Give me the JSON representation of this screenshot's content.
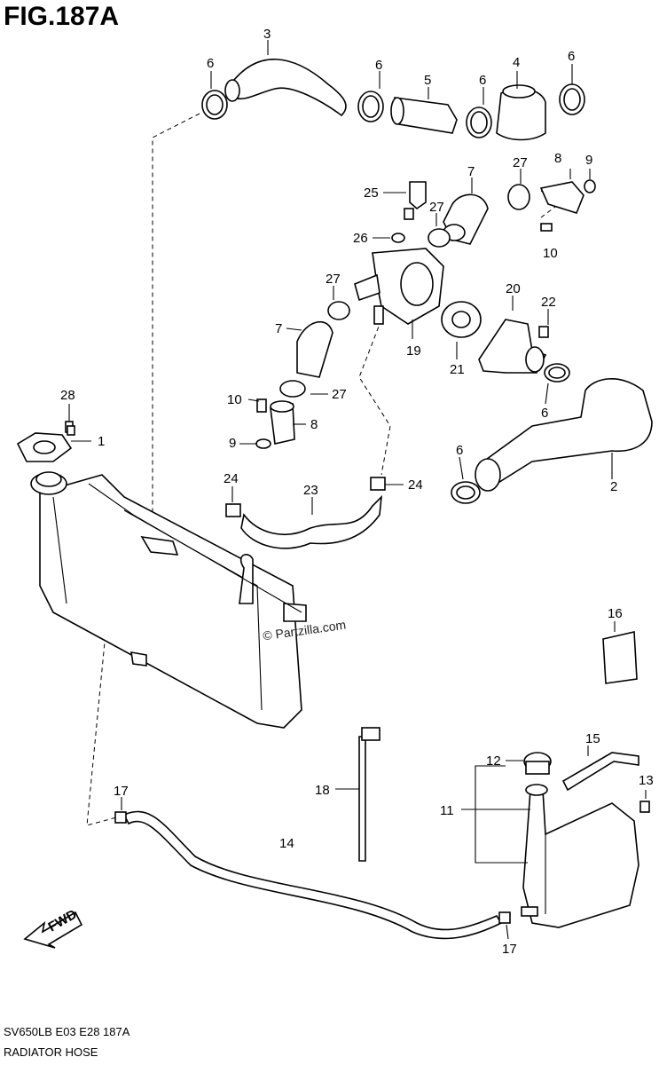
{
  "figure": {
    "title": "FIG.187A",
    "footer_code": "SV650LB E03 E28 187A",
    "footer_name": "RADIATOR HOSE",
    "copyright": "© Partzilla.com",
    "direction_label": "FWD"
  },
  "callouts": {
    "c1": "1",
    "c2": "2",
    "c3": "3",
    "c4": "4",
    "c5": "5",
    "c6a": "6",
    "c6b": "6",
    "c6c": "6",
    "c6d": "6",
    "c6e": "6",
    "c6f": "6",
    "c7a": "7",
    "c7b": "7",
    "c8a": "8",
    "c8b": "8",
    "c9a": "9",
    "c9b": "9",
    "c10a": "10",
    "c10b": "10",
    "c11": "11",
    "c12": "12",
    "c13": "13",
    "c14": "14",
    "c15": "15",
    "c16": "16",
    "c17a": "17",
    "c17b": "17",
    "c18": "18",
    "c19": "19",
    "c20": "20",
    "c21": "21",
    "c22": "22",
    "c23": "23",
    "c24a": "24",
    "c24b": "24",
    "c25": "25",
    "c26": "26",
    "c27a": "27",
    "c27b": "27",
    "c27c": "27",
    "c27d": "27",
    "c28": "28"
  }
}
